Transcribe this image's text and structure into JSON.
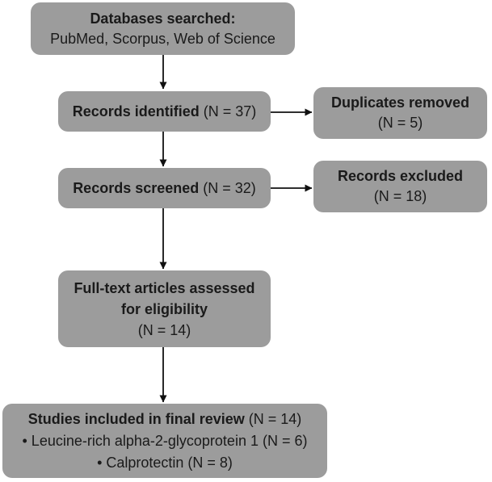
{
  "diagram": {
    "type": "flowchart",
    "description": "Literature search and study selection flow diagram",
    "colors": {
      "box_fill": "#9c9c9c",
      "text": "#1a1a1a",
      "arrow": "#111111",
      "background": "#ffffff"
    },
    "nodes": {
      "databases": {
        "line1_bold": "Databases searched:",
        "line2": "PubMed, Scorpus, Web of Science"
      },
      "identified": {
        "label_bold": "Records identified",
        "count": " (N = 37)"
      },
      "duplicates": {
        "label_bold": "Duplicates removed",
        "count": "(N = 5)"
      },
      "screened": {
        "label_bold": "Records screened",
        "count": " (N = 32)"
      },
      "excluded": {
        "label_bold": "Records excluded",
        "count": "(N = 18)"
      },
      "fulltext": {
        "line1_bold": "Full-text articles assessed",
        "line2_bold": "for eligibility",
        "count": "(N = 14)"
      },
      "included": {
        "line1_bold": "Studies included in final review",
        "line1_count": " (N = 14)",
        "item1": "• Leucine-rich alpha-2-glycoprotein 1 (N = 6)",
        "item2": "• Calprotectin (N = 8)"
      }
    },
    "edges": [
      "databases -> identified",
      "identified -> duplicates",
      "identified -> screened",
      "screened -> excluded",
      "screened -> fulltext",
      "fulltext -> included"
    ]
  }
}
